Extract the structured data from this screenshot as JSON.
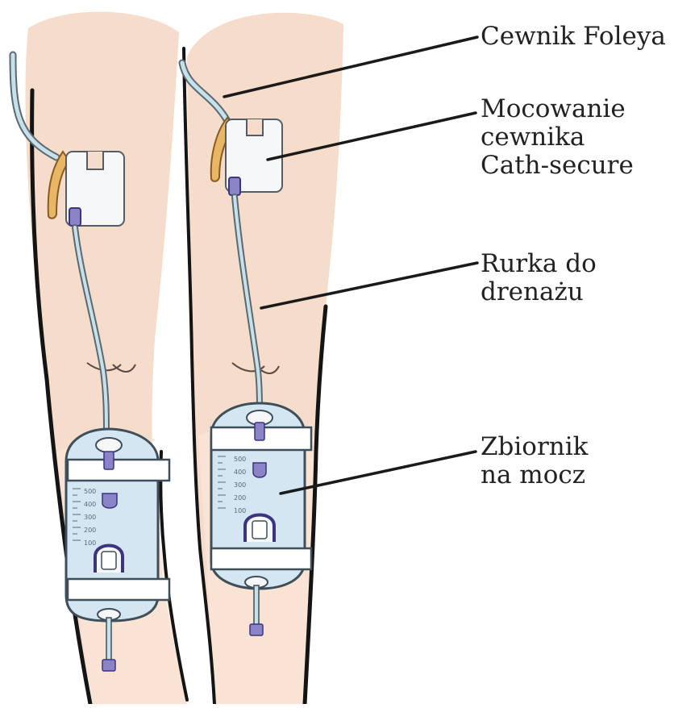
{
  "labels": {
    "foley": "Cewnik Foleya",
    "securement": "Mocowanie\ncewnika\nCath-secure",
    "tubing": "Rurka do\ndrenażu",
    "bag": "Zbiornik\nna mocz"
  },
  "bag_scale": [
    "500",
    "400",
    "300",
    "200",
    "100"
  ],
  "colors": {
    "skin": "#f5dccb",
    "skin_light": "#f9e6da",
    "outline": "#141414",
    "tube": "#c7e1ea",
    "bag": "#d3e6f1",
    "bag_band": "#ffffff",
    "connector": "#8a83c6",
    "catheter": "#e8b765",
    "dressing": "#f6f7f9"
  }
}
